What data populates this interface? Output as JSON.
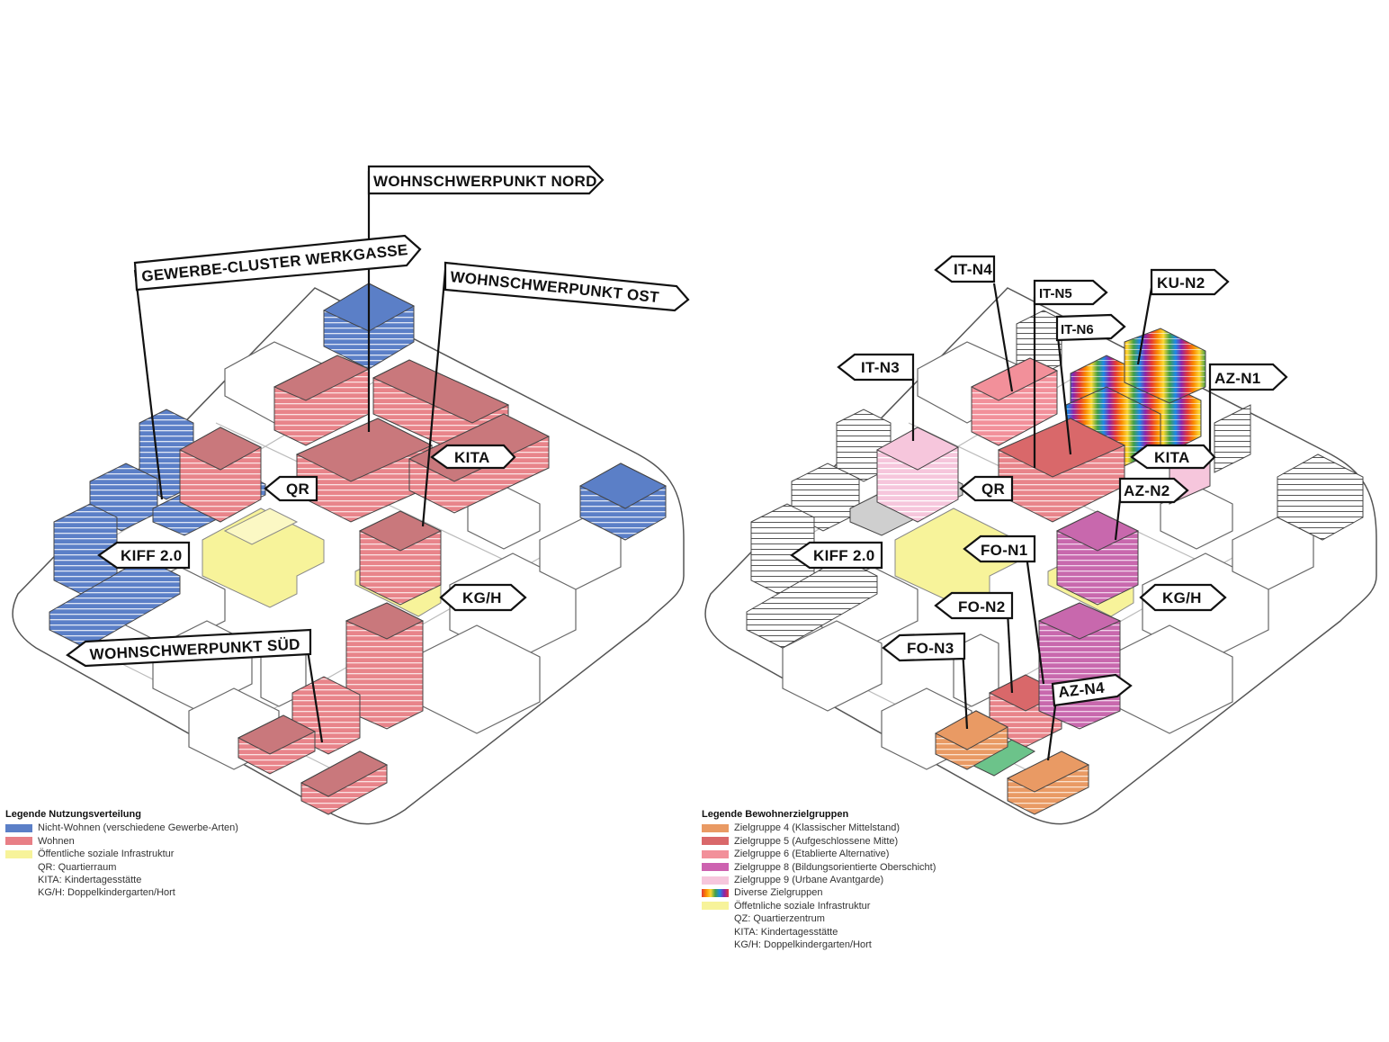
{
  "left": {
    "labels": {
      "nord": "WOHNSCHWERPUNKT NORD",
      "gewerbe": "GEWERBE-CLUSTER WERKGASSE",
      "ost": "WOHNSCHWERPUNKT OST",
      "kita": "KITA",
      "qr": "QR",
      "kiff": "KIFF 2.0",
      "kgh": "KG/H",
      "sued": "WOHNSCHWERPUNKT SÜD"
    },
    "legend": {
      "title": "Legende Nutzungsverteilung",
      "items": [
        {
          "label": "Nicht-Wohnen (verschiedene Gewerbe-Arten)",
          "color": "#5b7fc7"
        },
        {
          "label": "Wohnen",
          "color": "#e87f86"
        },
        {
          "label": "Öffentliche soziale Infrastruktur",
          "color": "#f7f39a"
        },
        {
          "label": "QR: Quartierraum",
          "color": ""
        },
        {
          "label": "KITA: Kindertagesstätte",
          "color": ""
        },
        {
          "label": "KG/H: Doppelkindergarten/Hort",
          "color": ""
        }
      ]
    }
  },
  "right": {
    "labels": {
      "itn4": "IT-N4",
      "itn5": "IT-N5",
      "itn6": "IT-N6",
      "kun2": "KU-N2",
      "itn3": "IT-N3",
      "azn1": "AZ-N1",
      "kita": "KITA",
      "qr": "QR",
      "azn2": "AZ-N2",
      "fon1": "FO-N1",
      "kiff": "KIFF 2.0",
      "kgh": "KG/H",
      "fon2": "FO-N2",
      "fon3": "FO-N3",
      "azn4": "AZ-N4"
    },
    "legend": {
      "title": "Legende Bewohnerzielgruppen",
      "items": [
        {
          "label": "Zielgruppe 4 (Klassischer Mittelstand)",
          "color": "#e99a64"
        },
        {
          "label": "Zielgruppe 5 (Aufgeschlossene Mitte)",
          "color": "#d9686a"
        },
        {
          "label": "Zielgruppe 6 (Etablierte Alternative)",
          "color": "#f2909a"
        },
        {
          "label": "Zielgruppe 8 (Bildungsorientierte Oberschicht)",
          "color": "#cd62b0"
        },
        {
          "label": "Zielgruppe 9 (Urbane Avantgarde)",
          "color": "#f6c6dc"
        },
        {
          "label": "Diverse Zielgruppen",
          "color": "rainbow"
        },
        {
          "label": "Öffetnliche soziale Infrastruktur",
          "color": "#f7f39a"
        },
        {
          "label": "QZ: Quartierzentrum",
          "color": ""
        },
        {
          "label": "KITA: Kindertagesstätte",
          "color": ""
        },
        {
          "label": "KG/H: Doppelkindergarten/Hort",
          "color": ""
        }
      ]
    }
  },
  "colors": {
    "blue": "#5b7fc7",
    "red": "#c9787c",
    "redFront": "#e8848a",
    "yellow": "#f7f39a",
    "orange": "#e99a64",
    "magenta": "#c868ad",
    "pink": "#f6c6dc",
    "green": "#6cc38a"
  }
}
